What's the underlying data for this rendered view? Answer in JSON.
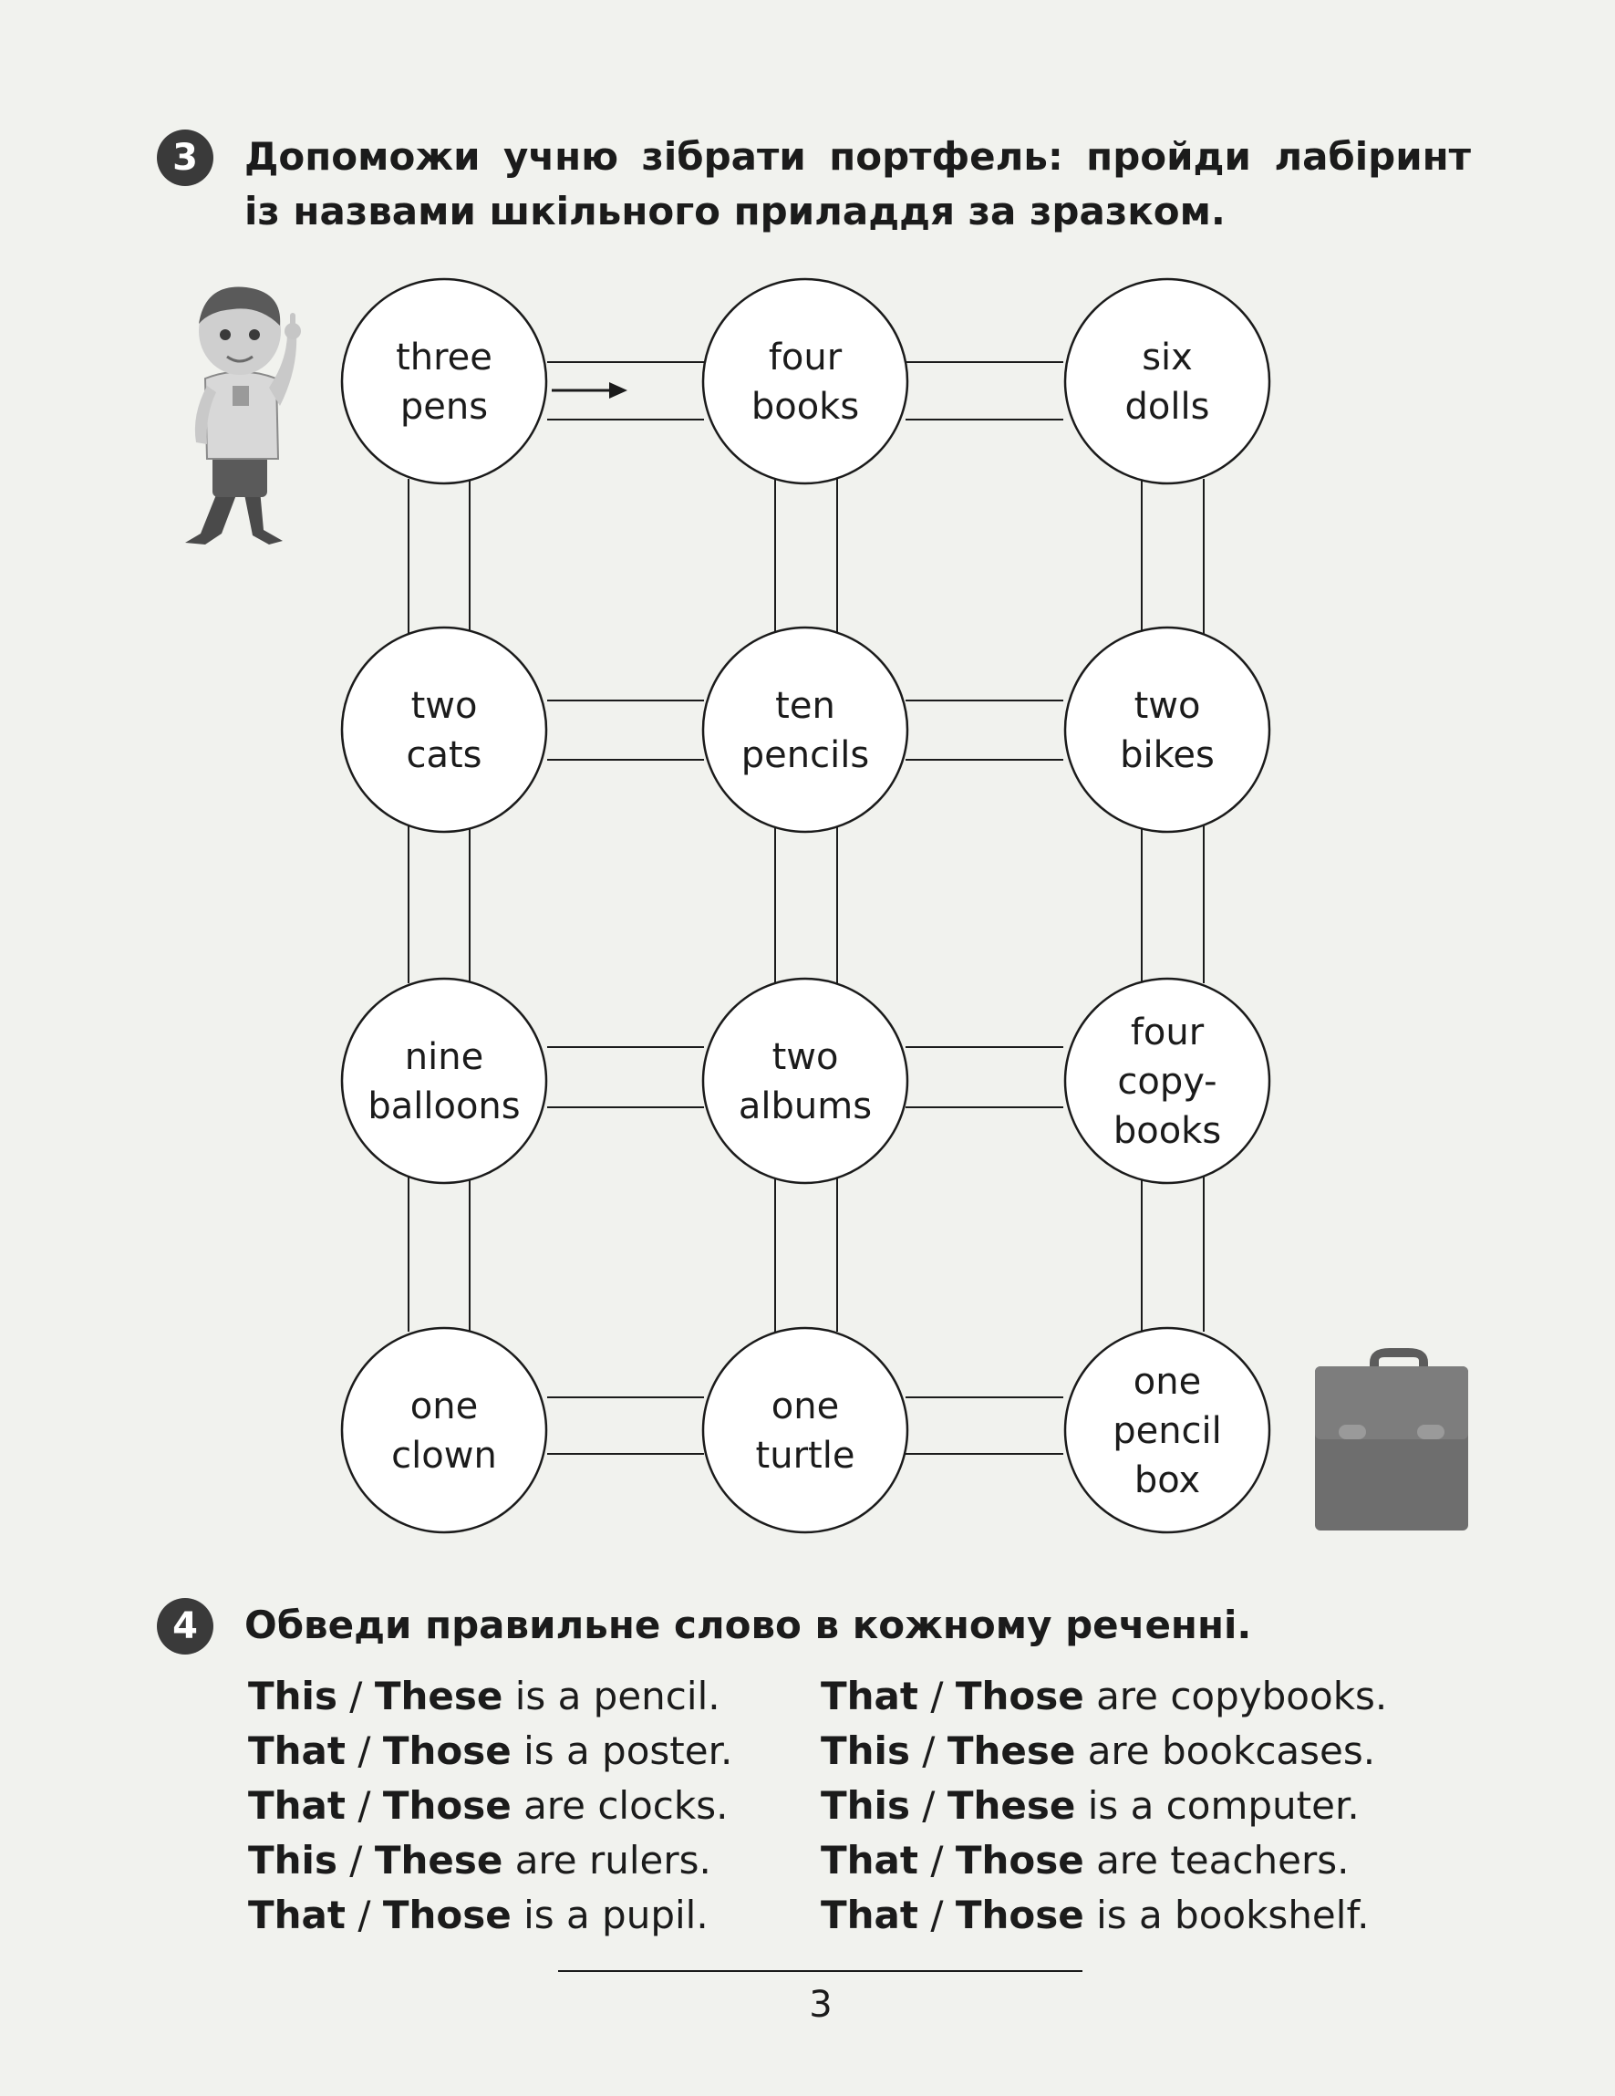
{
  "task3": {
    "number": "3",
    "title_line1": "Допоможи учню зібрати портфель: пройди лабіринт",
    "title_line2": "із назвами шкільного приладдя за зразком."
  },
  "maze": {
    "nodes": [
      {
        "id": "n00",
        "lines": [
          "three",
          "pens"
        ]
      },
      {
        "id": "n01",
        "lines": [
          "four",
          "books"
        ]
      },
      {
        "id": "n02",
        "lines": [
          "six",
          "dolls"
        ]
      },
      {
        "id": "n10",
        "lines": [
          "two",
          "cats"
        ]
      },
      {
        "id": "n11",
        "lines": [
          "ten",
          "pencils"
        ]
      },
      {
        "id": "n12",
        "lines": [
          "two",
          "bikes"
        ]
      },
      {
        "id": "n20",
        "lines": [
          "nine",
          "balloons"
        ]
      },
      {
        "id": "n21",
        "lines": [
          "two",
          "albums"
        ]
      },
      {
        "id": "n22",
        "lines": [
          "four",
          "copy-",
          "books"
        ]
      },
      {
        "id": "n30",
        "lines": [
          "one",
          "clown"
        ]
      },
      {
        "id": "n31",
        "lines": [
          "one",
          "turtle"
        ]
      },
      {
        "id": "n32",
        "lines": [
          "one",
          "pencil",
          "box"
        ]
      }
    ],
    "example_arrow": "three pens → four books",
    "icons": {
      "pupil": "boy-pupil-icon",
      "bag": "schoolbag-icon"
    }
  },
  "task4": {
    "number": "4",
    "title": "Обведи правильне слово в кожному реченні.",
    "left": [
      {
        "a": "This",
        "b": "These",
        "rest": " is a pencil."
      },
      {
        "a": "That",
        "b": "Those",
        "rest": " is a poster."
      },
      {
        "a": "That",
        "b": "Those",
        "rest": " are clocks."
      },
      {
        "a": "This",
        "b": "These",
        "rest": " are rulers."
      },
      {
        "a": "That",
        "b": "Those",
        "rest": " is a pupil."
      }
    ],
    "right": [
      {
        "a": "That",
        "b": "Those",
        "rest": " are copybooks."
      },
      {
        "a": "This",
        "b": "These",
        "rest": " are bookcases."
      },
      {
        "a": "This",
        "b": "These",
        "rest": " is a computer."
      },
      {
        "a": "That",
        "b": "Those",
        "rest": " are teachers."
      },
      {
        "a": "That",
        "b": "Those",
        "rest": " is a bookshelf."
      }
    ],
    "separator": " / "
  },
  "page_number": "3",
  "colors": {
    "circle_fill": "#ffffff",
    "ink": "#1b1b1b",
    "bag": "#6e6e6e",
    "page": "#f1f2ee"
  }
}
